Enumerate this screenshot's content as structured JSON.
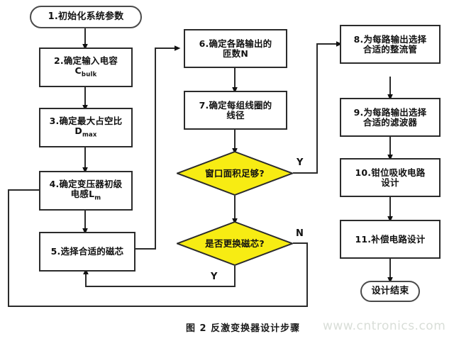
{
  "diagram": {
    "title_caption": "图 2 反激变换器设计步骤",
    "watermark": "www.cntronics.com",
    "colors": {
      "decision_fill": "#f7ec13",
      "stroke": "#2b2b2b",
      "background": "#ffffff",
      "watermark": "#d9ded8"
    },
    "nodes": {
      "start": {
        "label": "1.初始化系统参数",
        "shape": "terminator"
      },
      "step2": {
        "label": "2.确定输入电容",
        "sub_main": "C",
        "sub_script": "bulk",
        "shape": "process"
      },
      "step3": {
        "label": "3.确定最大占空比",
        "sub_main": "D",
        "sub_script": "max",
        "shape": "process"
      },
      "step4": {
        "label": "4.确定变压器初级",
        "line2": "电感",
        "sub_main": "L",
        "sub_script": "m",
        "shape": "process"
      },
      "step5": {
        "label": "5.选择合适的磁芯",
        "shape": "process"
      },
      "step6": {
        "label": "6.确定各路输出的",
        "line2": "匝数N",
        "shape": "process"
      },
      "step7": {
        "label": "7.确定每组线圈的",
        "line2": "线径",
        "shape": "process"
      },
      "decision1": {
        "label": "窗口面积足够?",
        "shape": "decision",
        "yes": "Y"
      },
      "decision2": {
        "label": "是否更换磁芯?",
        "shape": "decision",
        "yes": "Y",
        "no": "N"
      },
      "step8": {
        "label": "8.为每路输出选择",
        "line2": "合适的整流管",
        "shape": "process"
      },
      "step9": {
        "label": "9.为每路输出选择",
        "line2": "合适的滤波器",
        "shape": "process"
      },
      "step10": {
        "label": "10.钳位吸收电路",
        "line2": "设计",
        "shape": "process"
      },
      "step11": {
        "label": "11.补偿电路设计",
        "shape": "process"
      },
      "end": {
        "label": "设计结束",
        "shape": "terminator"
      }
    },
    "branch_labels": {
      "d1_yes": "Y",
      "d2_no": "N",
      "d2_yes": "Y"
    }
  }
}
